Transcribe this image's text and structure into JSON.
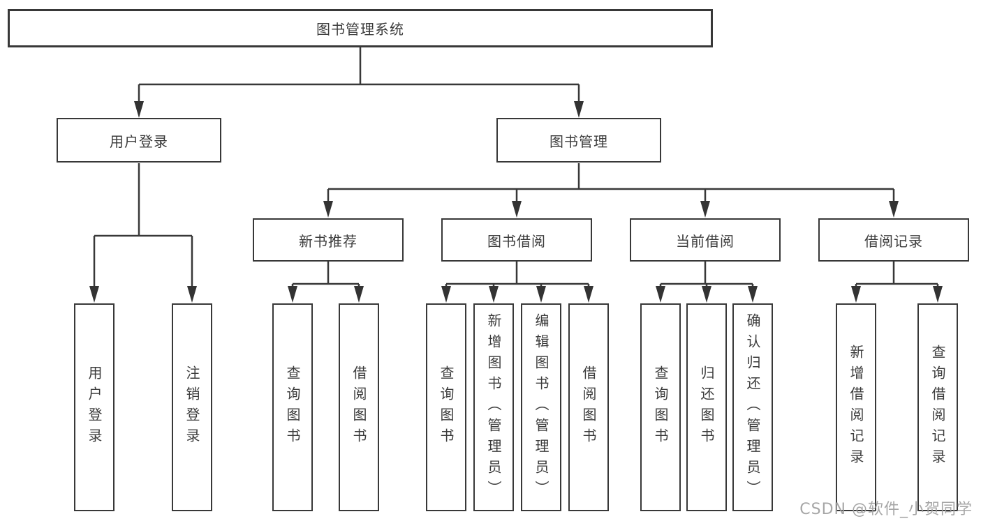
{
  "watermark": "CSDN @软件_小贺同学",
  "colors": {
    "line": "#383838",
    "box_border": "#383838",
    "text": "#3c3c3c",
    "watermark": "#9e9e9e",
    "background": "#ffffff"
  },
  "nodes": {
    "root": {
      "label": "图书管理系统"
    },
    "user_login": {
      "label": "用户登录"
    },
    "book_mgmt": {
      "label": "图书管理"
    },
    "new_book_rec": {
      "label": "新书推荐"
    },
    "book_borrow": {
      "label": "图书借阅"
    },
    "current_borrow": {
      "label": "当前借阅"
    },
    "borrow_records": {
      "label": "借阅记录"
    },
    "leaf_user_login": {
      "label": "用户登录"
    },
    "leaf_logout": {
      "label": "注销登录"
    },
    "leaf_query_book_rec": {
      "label": "查询图书"
    },
    "leaf_borrow_book_rec": {
      "label": "借阅图书"
    },
    "leaf_query_book_borrow": {
      "label": "查询图书"
    },
    "leaf_add_book_admin": {
      "label": "新增图书（管理员）"
    },
    "leaf_edit_book_admin": {
      "label": "编辑图书（管理员）"
    },
    "leaf_borrow_book_borrow": {
      "label": "借阅图书"
    },
    "leaf_query_book_current": {
      "label": "查询图书"
    },
    "leaf_return_book": {
      "label": "归还图书"
    },
    "leaf_confirm_return_admin": {
      "label": "确认归还（管理员）"
    },
    "leaf_add_borrow_record": {
      "label": "新增借阅记录"
    },
    "leaf_query_borrow_record": {
      "label": "查询借阅记录"
    }
  }
}
